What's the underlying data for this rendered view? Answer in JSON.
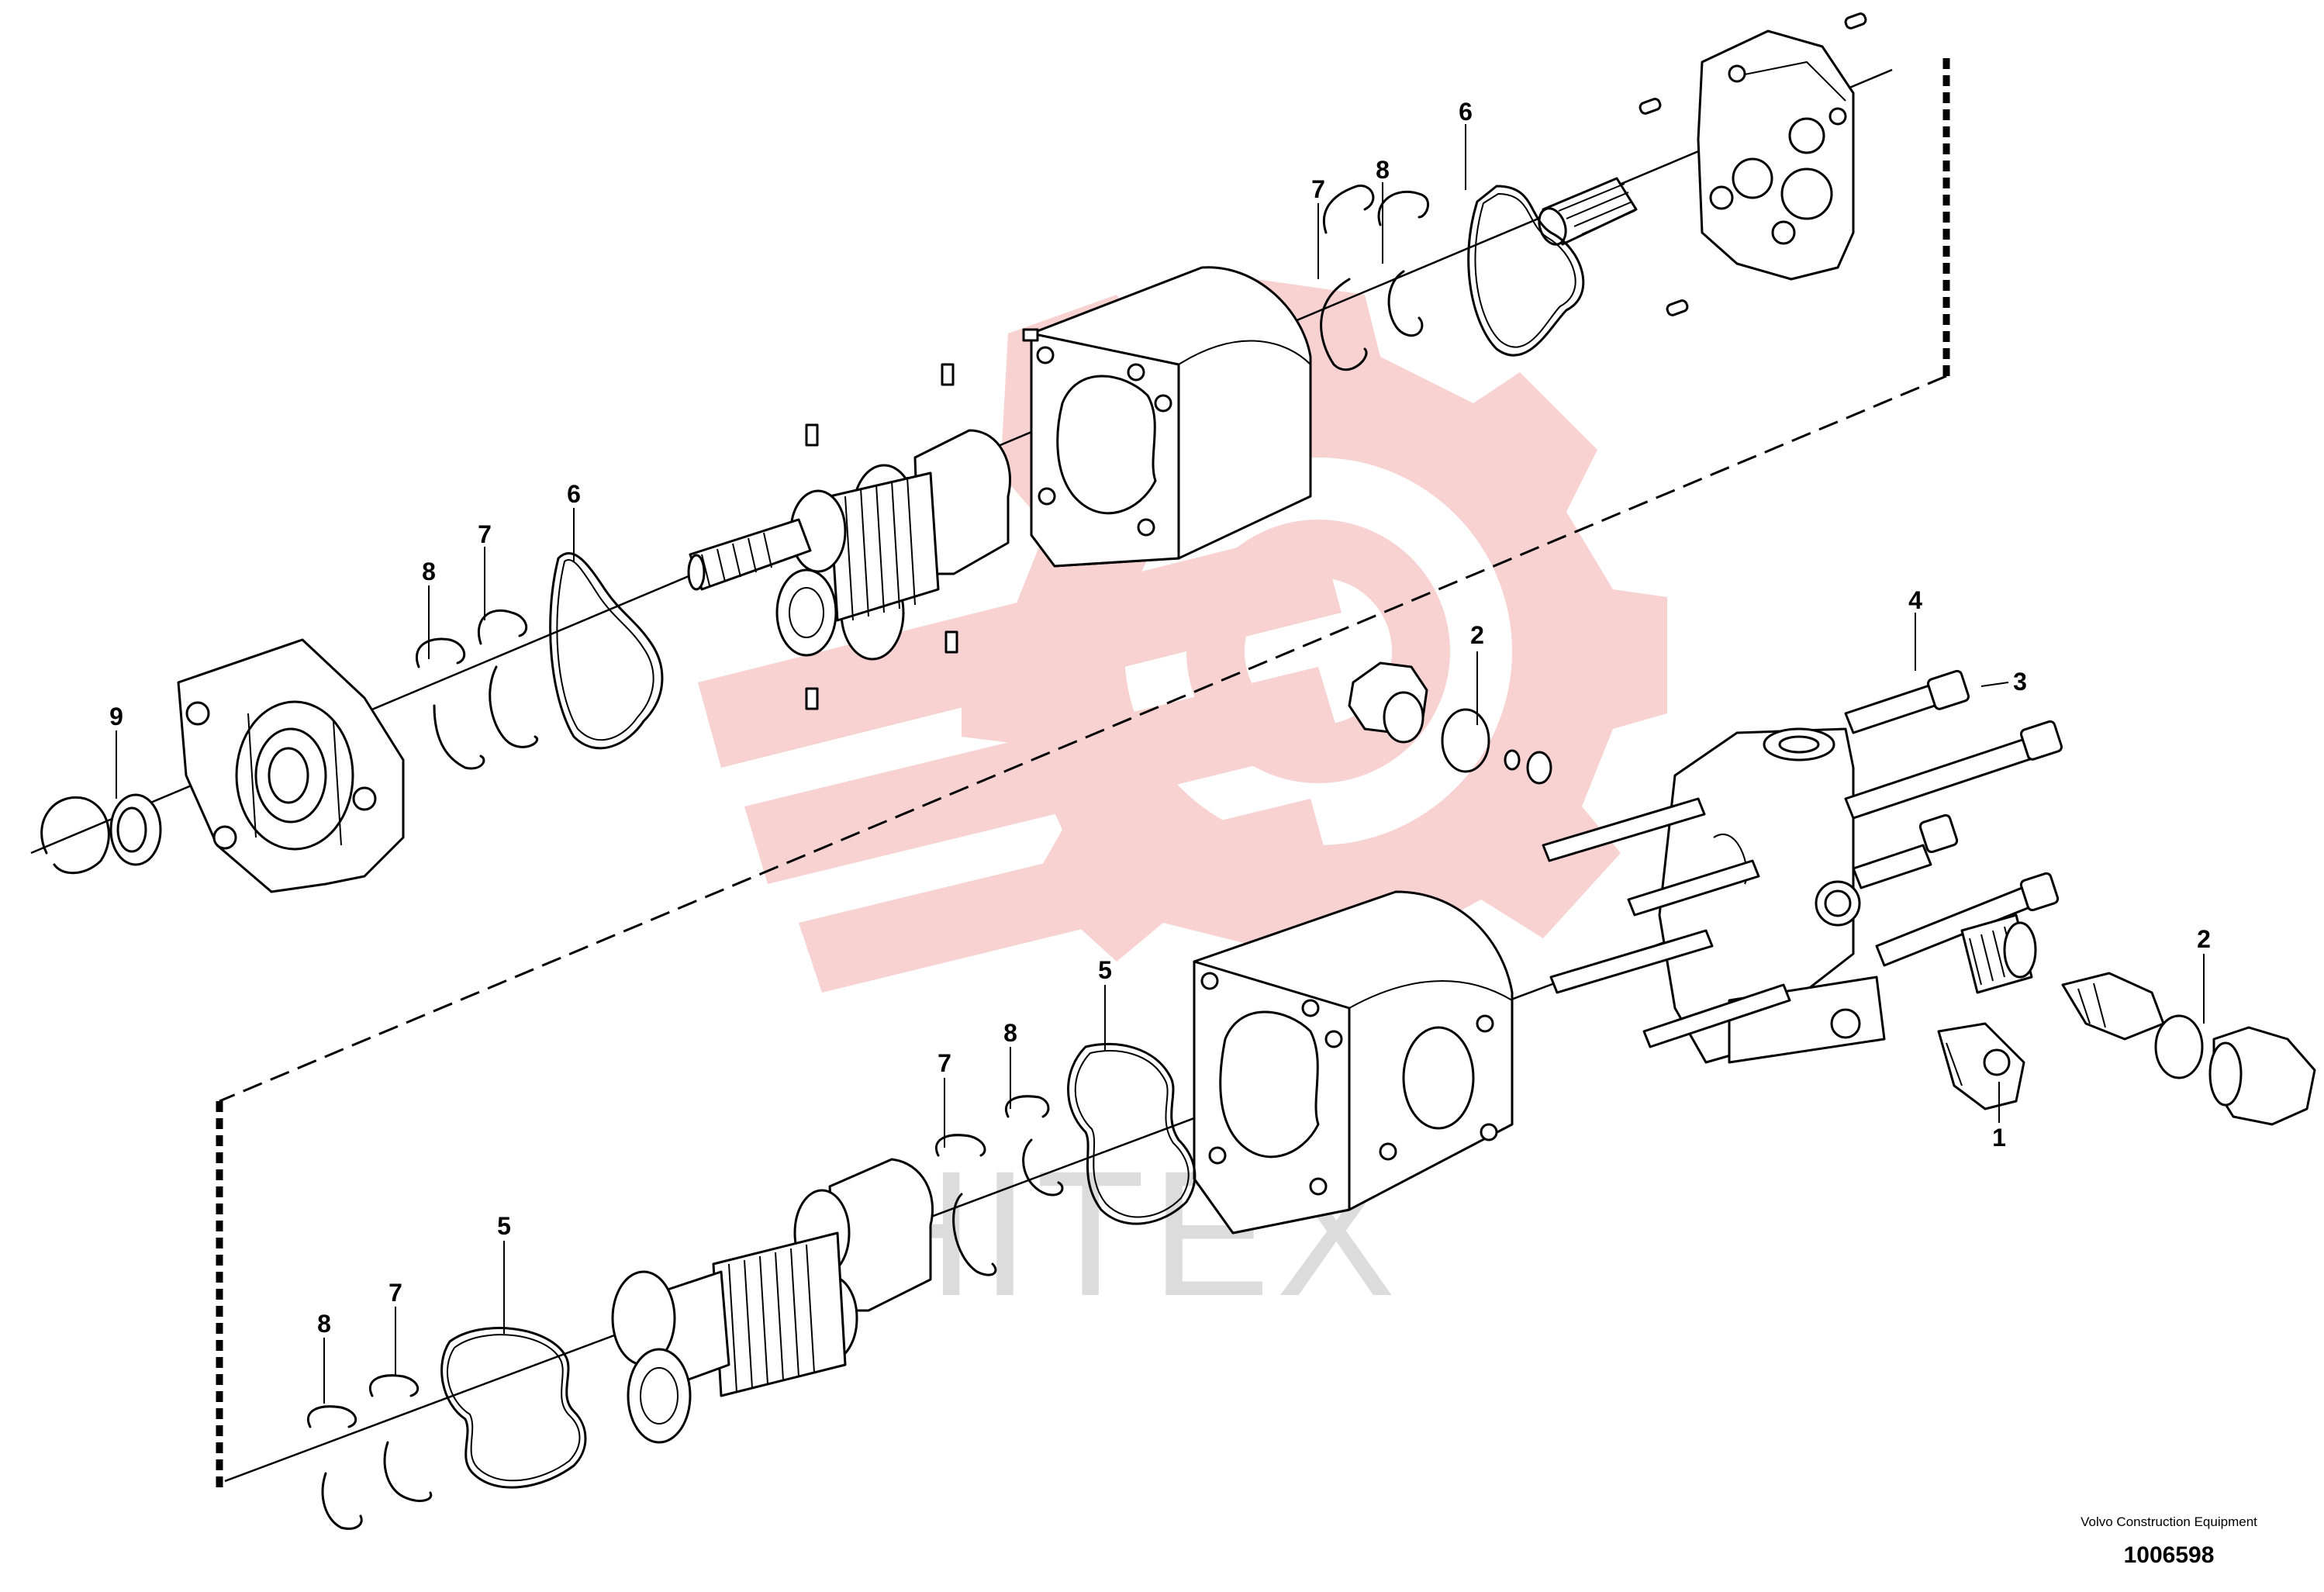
{
  "watermark": {
    "text": "HITEX",
    "logo": "gear-wrench-watermark",
    "color_logo": "#f7c9c9",
    "color_text": "#dcdcdc"
  },
  "callouts": [
    {
      "id": "c1",
      "label": "1"
    },
    {
      "id": "c2a",
      "label": "2"
    },
    {
      "id": "c2b",
      "label": "2"
    },
    {
      "id": "c3",
      "label": "3"
    },
    {
      "id": "c4",
      "label": "4"
    },
    {
      "id": "c5a",
      "label": "5"
    },
    {
      "id": "c5b",
      "label": "5"
    },
    {
      "id": "c6a",
      "label": "6"
    },
    {
      "id": "c6b",
      "label": "6"
    },
    {
      "id": "c7a",
      "label": "7"
    },
    {
      "id": "c7b",
      "label": "7"
    },
    {
      "id": "c7c",
      "label": "7"
    },
    {
      "id": "c8a",
      "label": "8"
    },
    {
      "id": "c8b",
      "label": "8"
    },
    {
      "id": "c8c",
      "label": "8"
    },
    {
      "id": "c9",
      "label": "9"
    }
  ],
  "footer": {
    "company": "Volvo Construction Equipment",
    "drawing_number": "1006598"
  }
}
